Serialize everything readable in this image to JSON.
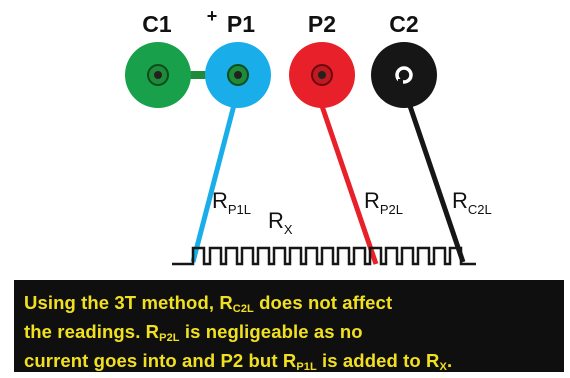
{
  "terminals": {
    "c1": {
      "label": "C1",
      "color": "#18a14a"
    },
    "p1": {
      "label": "P1",
      "polarity": "+",
      "color": "#19aeea"
    },
    "p2": {
      "label": "P2",
      "color": "#e8202a"
    },
    "c2": {
      "label": "C2",
      "color": "#161616"
    }
  },
  "resistors": {
    "rp1l": {
      "main": "R",
      "sub": "P1L"
    },
    "rx": {
      "main": "R",
      "sub": "X"
    },
    "rp2l": {
      "main": "R",
      "sub": "P2L"
    },
    "rc2l": {
      "main": "R",
      "sub": "C2L"
    }
  },
  "caption": {
    "line1_a": "Using the 3T method, R",
    "line1_sub": "C2L",
    "line1_b": " does not affect",
    "line2_a": "the readings. R",
    "line2_sub": "P2L",
    "line2_b": " is negligeable as no",
    "line3_a": "current goes into and P2 but R",
    "line3_sub": "P1L",
    "line3_b": " is added to R",
    "line3_sub2": "X",
    "line3_c": "."
  }
}
